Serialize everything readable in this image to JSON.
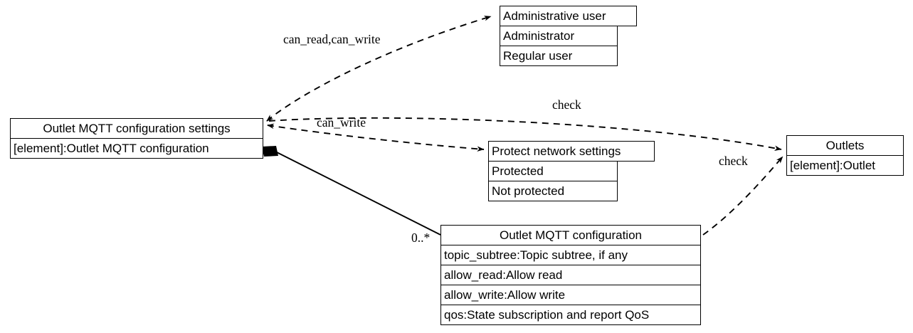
{
  "diagram": {
    "type": "uml-class-diagram",
    "background": "#ffffff",
    "line_color": "#000000",
    "nodes": [
      {
        "id": "outlet-mqtt-configuration-settings",
        "title": "Outlet MQTT configuration settings",
        "rows": [
          "[element]:Outlet MQTT configuration"
        ]
      },
      {
        "id": "administrative-user",
        "title": "Administrative user",
        "rows": [
          "Administrator",
          "Regular user"
        ]
      },
      {
        "id": "protect-network-settings",
        "title": "Protect network settings",
        "rows": [
          "Protected",
          "Not protected"
        ]
      },
      {
        "id": "outlets",
        "title": "Outlets",
        "rows": [
          "[element]:Outlet"
        ]
      },
      {
        "id": "outlet-mqtt-configuration",
        "title": "Outlet MQTT configuration",
        "rows": [
          "topic_subtree:Topic subtree, if any",
          "allow_read:Allow read",
          "allow_write:Allow write",
          "qos:State subscription and report QoS"
        ]
      }
    ],
    "edges": [
      {
        "id": "edge-can-read-can-write",
        "label": "can_read,can_write",
        "style": "dashed",
        "from": "outlet-mqtt-configuration-settings",
        "to": "administrative-user"
      },
      {
        "id": "edge-can-write",
        "label": "can_write",
        "style": "dashed",
        "from": "outlet-mqtt-configuration-settings",
        "to": "protect-network-settings"
      },
      {
        "id": "edge-check-settings-outlets",
        "label": "check",
        "style": "dashed",
        "from": "outlet-mqtt-configuration-settings",
        "to": "outlets"
      },
      {
        "id": "edge-check-configuration-outlets",
        "label": "check",
        "style": "dashed",
        "from": "outlet-mqtt-configuration",
        "to": "outlets"
      },
      {
        "id": "edge-composition",
        "label": "0..*",
        "style": "solid",
        "from": "outlet-mqtt-configuration-settings",
        "to": "outlet-mqtt-configuration"
      }
    ]
  }
}
